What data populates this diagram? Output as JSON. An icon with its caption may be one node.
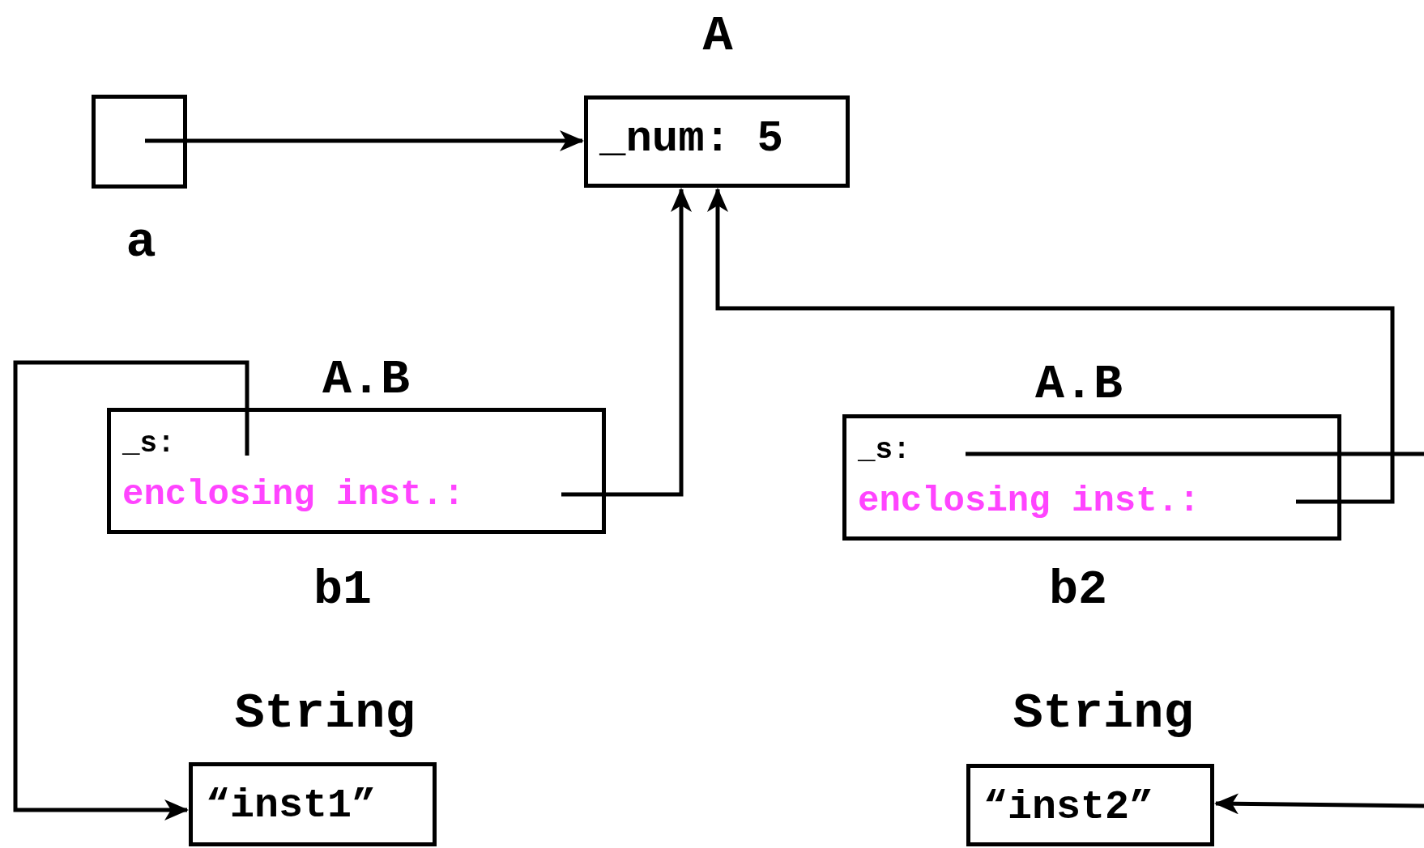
{
  "diagram": {
    "nodes": [
      {
        "text": [
          "A",
          "_num: 5"
        ]
      },
      {
        "text": [],
        "shape": "box",
        "beside": [
          "a"
        ]
      },
      {
        "text": [
          "A.B",
          "_s:",
          "enclosing inst.:"
        ],
        "beside": [
          "b1"
        ]
      },
      {
        "text": [
          "A.B",
          "_s:",
          "enclosing inst.:"
        ],
        "beside": [
          "b2"
        ]
      },
      {
        "text": [
          "String",
          "“inst1”"
        ]
      },
      {
        "text": [
          "String",
          "“inst2”"
        ]
      }
    ],
    "edges": [
      {
        "from": 1,
        "to": 0,
        "arrow": "to"
      },
      {
        "from": 2,
        "to": 4,
        "arrow": "to"
      },
      {
        "from": 2,
        "to": 0,
        "arrow": "to"
      },
      {
        "from": 3,
        "to": 0,
        "arrow": "to"
      },
      {
        "from": 3,
        "to": null,
        "arrow": "none"
      },
      {
        "from": null,
        "to": 5,
        "arrow": "to"
      }
    ]
  }
}
